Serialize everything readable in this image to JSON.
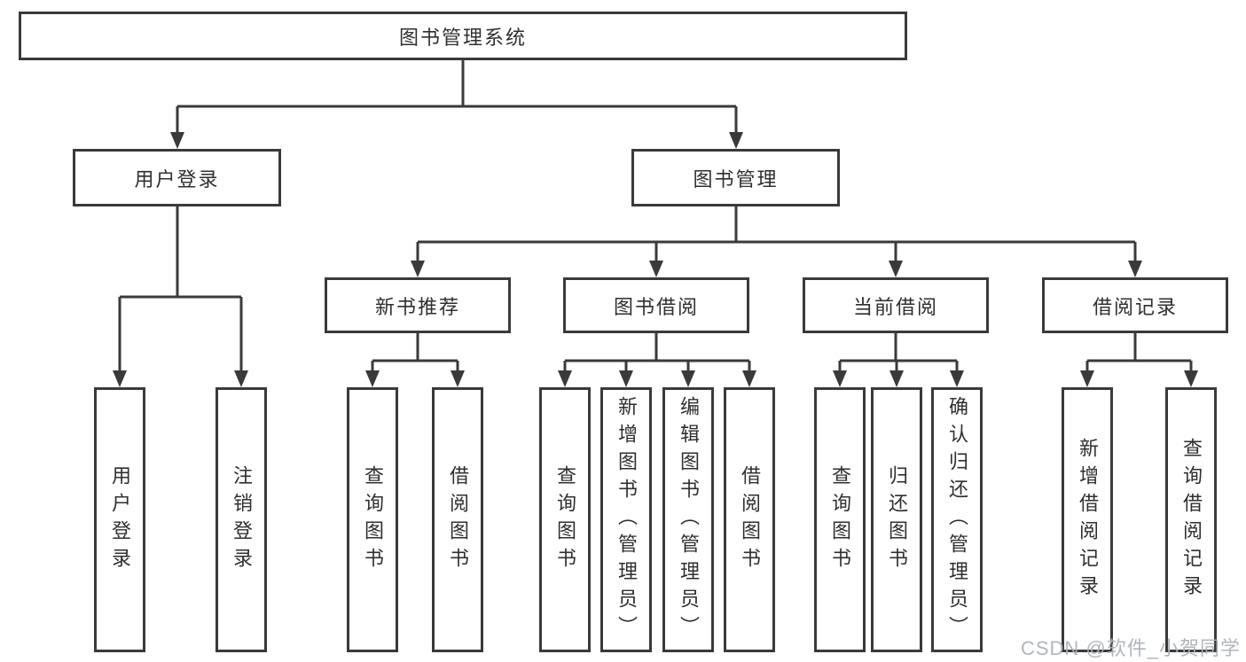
{
  "diagram": {
    "type": "hierarchy-tree",
    "tree": {
      "root": {
        "label": "图书管理系统"
      },
      "branches": [
        {
          "label": "用户登录",
          "leaves": [
            {
              "label": "用户登录"
            },
            {
              "label": "注销登录"
            }
          ]
        },
        {
          "label": "图书管理",
          "groups": [
            {
              "label": "新书推荐",
              "leaves": [
                {
                  "label": "查询图书"
                },
                {
                  "label": "借阅图书"
                }
              ]
            },
            {
              "label": "图书借阅",
              "leaves": [
                {
                  "label": "查询图书"
                },
                {
                  "label": "新增图书（管理员）"
                },
                {
                  "label": "编辑图书（管理员）"
                },
                {
                  "label": "借阅图书"
                }
              ]
            },
            {
              "label": "当前借阅",
              "leaves": [
                {
                  "label": "查询图书"
                },
                {
                  "label": "归还图书"
                },
                {
                  "label": "确认归还（管理员）"
                }
              ]
            },
            {
              "label": "借阅记录",
              "leaves": [
                {
                  "label": "新增借阅记录"
                },
                {
                  "label": "查询借阅记录"
                }
              ]
            }
          ]
        }
      ]
    },
    "colors": {
      "line": "#3a3a3a",
      "box_border": "#3a3a3a",
      "box_fill": "#ffffff",
      "text": "#2f2f2f",
      "background": "#ffffff",
      "watermark": "#acb1b8"
    }
  },
  "watermark": {
    "text": "CSDN @软件_小贺同学"
  }
}
